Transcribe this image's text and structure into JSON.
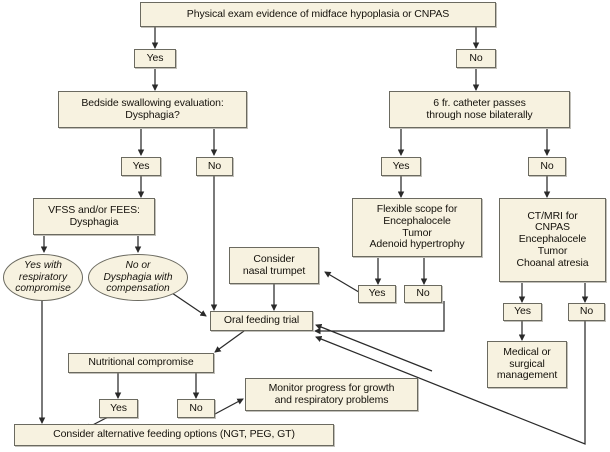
{
  "diagram": {
    "title": "Feeding and airway evaluation algorithm",
    "fill_color": "#f7f2e0",
    "border_color": "#6b6a60",
    "line_color": "#2a2a2a",
    "nodes": {
      "physical_exam": "Physical exam evidence of midface hypoplasia or CNPAS",
      "yes_top_left": "Yes",
      "no_top_right": "No",
      "bedside": "Bedside swallowing evaluation:\nDysphagia?",
      "catheter": "6 fr. catheter passes\nthrough nose bilaterally",
      "yes_bedside": "Yes",
      "no_bedside": "No",
      "yes_catheter": "Yes",
      "no_catheter": "No",
      "vfss": "VFSS and/or FEES:\nDysphagia",
      "flexible_scope": "Flexible scope for\nEncephalocele\nTumor\nAdenoid hypertrophy",
      "ct_mri": "CT/MRI for\nCNPAS\nEncephalocele\nTumor\nChoanal atresia",
      "ellipse_yes_resp": "Yes with\nrespiratory\ncompromise",
      "ellipse_no_dys": "No or\nDysphagia with\ncompensation",
      "nasal_trumpet": "Consider\nnasal trumpet",
      "yes_scope": "Yes",
      "no_scope": "No",
      "yes_ctmri": "Yes",
      "no_ctmri": "No",
      "oral_feeding": "Oral feeding trial",
      "medical_surgical": "Medical or\nsurgical\nmanagement",
      "nutritional": "Nutritional compromise",
      "yes_nutrition": "Yes",
      "no_nutrition": "No",
      "monitor": "Monitor progress for growth\nand respiratory problems",
      "alternative_feeding": "Consider alternative feeding options (NGT, PEG, GT)"
    }
  }
}
